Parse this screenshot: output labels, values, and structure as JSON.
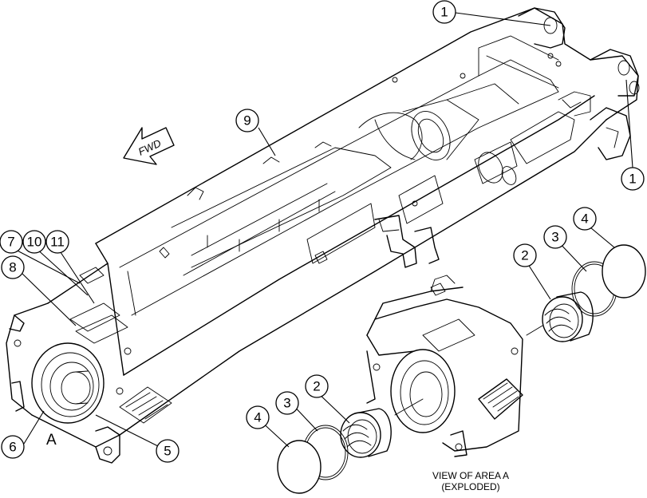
{
  "callouts": [
    {
      "id": "c1a",
      "number": "1"
    },
    {
      "id": "c1b",
      "number": "1"
    },
    {
      "id": "c9",
      "number": "9"
    },
    {
      "id": "c7",
      "number": "7"
    },
    {
      "id": "c10",
      "number": "10"
    },
    {
      "id": "c11",
      "number": "11"
    },
    {
      "id": "c8",
      "number": "8"
    },
    {
      "id": "c6",
      "number": "6"
    },
    {
      "id": "c5",
      "number": "5"
    },
    {
      "id": "c2a",
      "number": "2"
    },
    {
      "id": "c3a",
      "number": "3"
    },
    {
      "id": "c4a",
      "number": "4"
    },
    {
      "id": "c2b",
      "number": "2"
    },
    {
      "id": "c3b",
      "number": "3"
    },
    {
      "id": "c4b",
      "number": "4"
    }
  ],
  "direction_arrow": {
    "label": "FWD",
    "icon": "arrow-left-icon"
  },
  "area_marker": "A",
  "caption": {
    "line1": "VIEW OF AREA A",
    "line2": "(EXPLODED)"
  }
}
